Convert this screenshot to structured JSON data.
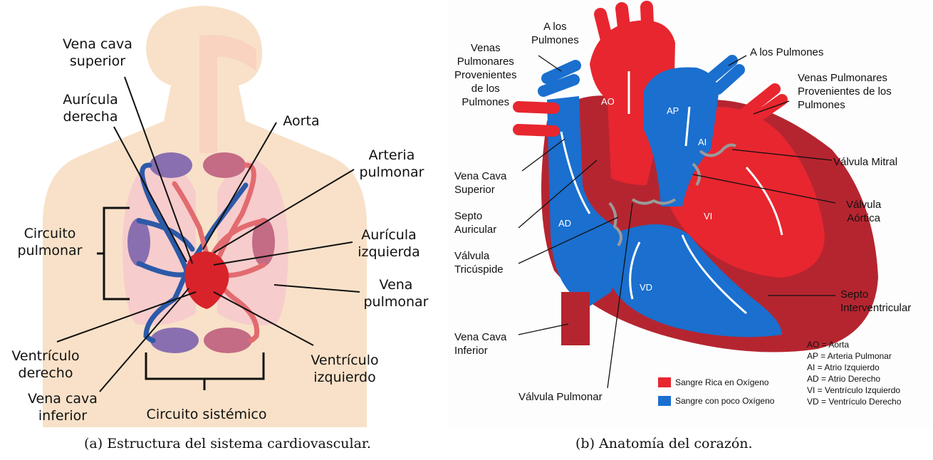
{
  "panel_a": {
    "labels": {
      "vena_cava_superior": [
        "Vena cava",
        "superior"
      ],
      "auricula_derecha": [
        "Aurícula",
        "derecha"
      ],
      "aorta": [
        "Aorta"
      ],
      "arteria_pulmonar": [
        "Arteria",
        "pulmonar"
      ],
      "circuito_pulmonar": [
        "Circuito",
        "pulmonar"
      ],
      "auricula_izquierda": [
        "Aurícula",
        "izquierda"
      ],
      "vena_pulmonar": [
        "Vena",
        "pulmonar"
      ],
      "ventriculo_derecho": [
        "Ventrículo",
        "derecho"
      ],
      "ventriculo_izquierdo": [
        "Ventrículo",
        "izquierdo"
      ],
      "vena_cava_inferior": [
        "Vena cava",
        "inferior"
      ],
      "circuito_sistemico": "Circuito sistémico"
    },
    "caption": "(a) Estructura del sistema cardiovascular."
  },
  "panel_b": {
    "labels": {
      "a_los_pulmones_left": [
        "A los",
        "Pulmones"
      ],
      "venas_pulmonares_left": [
        "Venas",
        "Pulmonares",
        "Provenientes",
        "de los",
        "Pulmones"
      ],
      "a_los_pulmones_right": [
        "A los Pulmones"
      ],
      "venas_pulmonares_right": [
        "Venas Pulmonares",
        "Provenientes de los",
        "Pulmones"
      ],
      "vena_cava_superior": [
        "Vena Cava",
        "Superior"
      ],
      "valvula_mitral": [
        "Válvula Mitral"
      ],
      "septo_auricular": [
        "Septo",
        "Auricular"
      ],
      "valvula_aortica": [
        "Válvula",
        "Aórtica"
      ],
      "valvula_tricuspide": [
        "Válvula",
        "Tricúspide"
      ],
      "septo_interventricular": [
        "Septo",
        "Interventricular"
      ],
      "vena_cava_inferior": [
        "Vena Cava",
        "Inferior"
      ],
      "valvula_pulmonar": [
        "Válvula Pulmonar"
      ]
    },
    "chamber_labels": {
      "ao": "AO",
      "ap": "AP",
      "ai": "AI",
      "ad": "AD",
      "vi": "VI",
      "vd": "VD"
    },
    "abbreviations": [
      "AO = Aorta",
      "AP = Arteria Pulmonar",
      "AI = Atrio Izquierdo",
      "AD = Atrio Derecho",
      "VI = Ventrículo Izquierdo",
      "VD = Ventrículo Derecho"
    ],
    "legend": [
      {
        "label": "Sangre Rica en Oxígeno",
        "color": "#e8262f"
      },
      {
        "label": "Sangre con poco Oxígeno",
        "color": "#1a6fcf"
      }
    ],
    "caption": "(b) Anatomía del corazón."
  },
  "colors": {
    "oxygenated": "#e8262f",
    "deoxygenated": "#1a6fcf",
    "body": "#f7dfc6",
    "lung": "#f6c7cc"
  }
}
